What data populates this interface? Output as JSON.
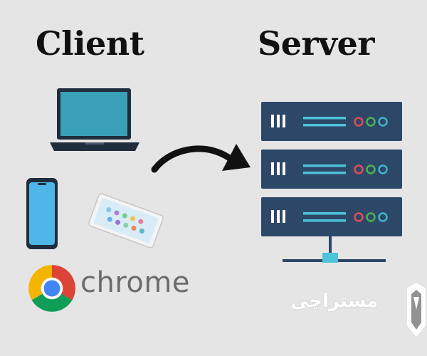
{
  "headings": {
    "client": "Client",
    "server": "Server"
  },
  "client_devices": {
    "laptop": "laptop-icon",
    "phone": "smartphone-icon",
    "tablet": "tablet-icon",
    "browser": {
      "icon": "chrome-logo",
      "label": "chrome"
    }
  },
  "server": {
    "rack_units": 3,
    "icon": "server-rack-icon",
    "led_colors": [
      "#e04a5a",
      "#4db34d",
      "#3fb3c8"
    ]
  },
  "arrow": "curved-arrow-client-to-server",
  "watermark": {
    "text": "مستراچی",
    "logo": "mastrachi-logo"
  },
  "colors": {
    "background": "#e5e5e5",
    "server_body": "#2d4768",
    "accent_cyan": "#4fc3d8",
    "laptop_screen": "#3a9fb8"
  }
}
